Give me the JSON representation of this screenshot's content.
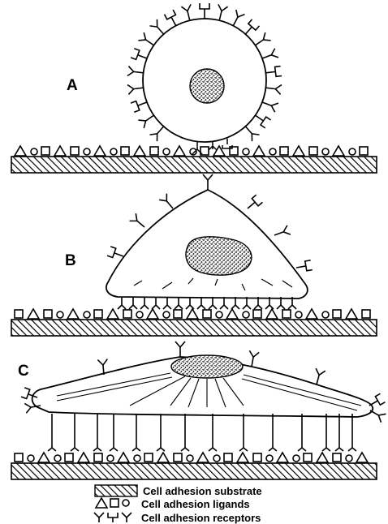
{
  "panels": [
    {
      "id": "A",
      "label": "A"
    },
    {
      "id": "B",
      "label": "B"
    },
    {
      "id": "C",
      "label": "C"
    }
  ],
  "legend": {
    "substrate": "Cell adhesion substrate",
    "ligands": "Cell adhesion ligands",
    "receptors": "Cell adhesion receptors"
  }
}
